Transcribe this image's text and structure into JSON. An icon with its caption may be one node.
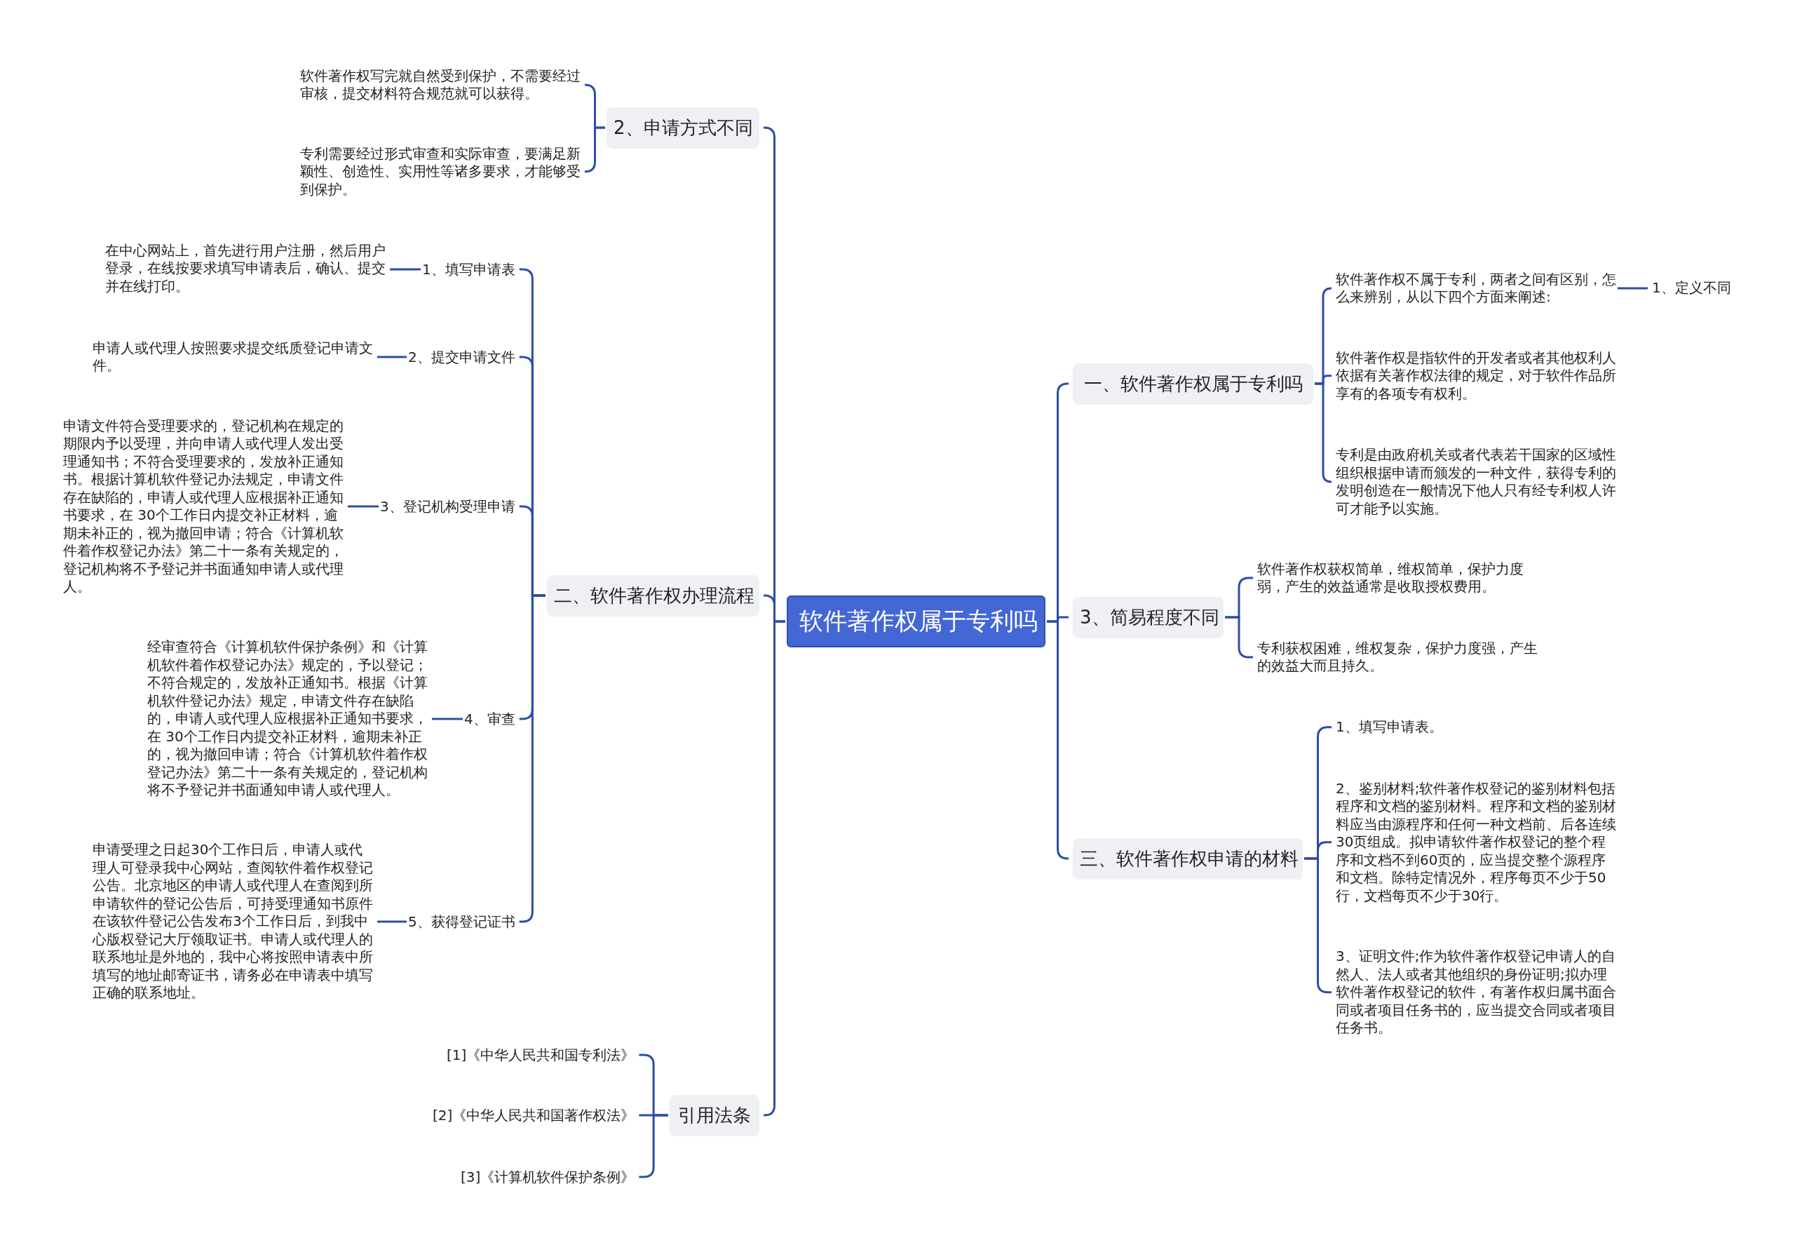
{
  "diagram": {
    "nodes": [
      {
        "text": [
          "软件著作权属于专利吗"
        ]
      },
      {
        "text": [
          "2、申请方式不同"
        ]
      },
      {
        "text": [
          "软件著作权写完就自然受到保护，不需要经过审核，提交材料符合规范就可以获得。"
        ]
      },
      {
        "text": [
          "专利需要经过形式审查和实际审查，要满足新颖性、创造性、实用性等诸多要求，才能够受到保护。"
        ]
      },
      {
        "text": [
          "二、软件著作权办理流程"
        ]
      },
      {
        "text": [
          "1、填写申请表"
        ]
      },
      {
        "text": [
          "在中心网站上，首先进行用户注册，然后用户登录，在线按要求填写申请表后，确认、提交并在线打印。"
        ]
      },
      {
        "text": [
          "2、提交申请文件"
        ]
      },
      {
        "text": [
          "申请人或代理人按照要求提交纸质登记申请文件。"
        ]
      },
      {
        "text": [
          "3、登记机构受理申请"
        ]
      },
      {
        "text": [
          "申请文件符合受理要求的，登记机构在规定的期限内予以受理，并向申请人或代理人发出受理通知书；不符合受理要求的，发放补正通知书。根据计算机软件登记办法规定，申请文件存在缺陷的，申请人或代理人应根据补正通知书要求，在 30个工作日内提交补正材料，逾期未补正的，视为撤回申请；符合《计算机软件着作权登记办法》第二十一条有关规定的，登记机构将不予登记并书面通知申请人或代理人。"
        ]
      },
      {
        "text": [
          "4、审查"
        ]
      },
      {
        "text": [
          "经审查符合《计算机软件保护条例》和《计算机软件着作权登记办法》规定的，予以登记；不符合规定的，发放补正通知书。根据《计算机软件登记办法》规定，申请文件存在缺陷的，申请人或代理人应根据补正通知书要求，在 30个工作日内提交补正材料，逾期未补正的，视为撤回申请；符合《计算机软件着作权登记办法》第二十一条有关规定的，登记机构将不予登记并书面通知申请人或代理人。"
        ]
      },
      {
        "text": [
          "5、获得登记证书"
        ]
      },
      {
        "text": [
          "申请受理之日起30个工作日后，申请人或代理人可登录我中心网站，查阅软件着作权登记公告。北京地区的申请人或代理人在查阅到所申请软件的登记公告后，可持受理通知书原件在该软件登记公告发布3个工作日后，到我中心版权登记大厅领取证书。申请人或代理人的联系地址是外地的，我中心将按照申请表中所填写的地址邮寄证书，请务必在申请表中填写正确的联系地址。"
        ]
      },
      {
        "text": [
          "引用法条"
        ]
      },
      {
        "text": [
          "[1]《中华人民共和国专利法》"
        ]
      },
      {
        "text": [
          "[2]《中华人民共和国著作权法》"
        ]
      },
      {
        "text": [
          "[3]《计算机软件保护条例》"
        ]
      },
      {
        "text": [
          "一、软件著作权属于专利吗"
        ]
      },
      {
        "text": [
          "软件著作权不属于专利，两者之间有区别，怎么来辨别，从以下四个方面来阐述:"
        ]
      },
      {
        "text": [
          "1、定义不同"
        ]
      },
      {
        "text": [
          "软件著作权是指软件的开发者或者其他权利人依据有关著作权法律的规定，对于软件作品所享有的各项专有权利。"
        ]
      },
      {
        "text": [
          "专利是由政府机关或者代表若干国家的区域性组织根据申请而颁发的一种文件，获得专利的发明创造在一般情况下他人只有经专利权人许可才能予以实施。"
        ]
      },
      {
        "text": [
          "3、简易程度不同"
        ]
      },
      {
        "text": [
          "软件著作权获权简单，维权简单，保护力度弱，产生的效益通常是收取授权费用。"
        ]
      },
      {
        "text": [
          "专利获权困难，维权复杂，保护力度强，产生的效益大而且持久。"
        ]
      },
      {
        "text": [
          "三、软件著作权申请的材料"
        ]
      },
      {
        "text": [
          "1、填写申请表。"
        ]
      },
      {
        "text": [
          "2、鉴别材料;软件著作权登记的鉴别材料包括程序和文档的鉴别材料。程序和文档的鉴别材料应当由源程序和任何一种文档前、后各连续30页组成。拟申请软件著作权登记的整个程序和文档不到60页的，应当提交整个源程序和文档。除特定情况外，程序每页不少于50行，文档每页不少于30行。"
        ]
      },
      {
        "text": [
          "3、证明文件;作为软件著作权登记申请人的自然人、法人或者其他组织的身份证明;拟办理软件著作权登记的软件，有著作权归属书面合同或者项目任务书的，应当提交合同或者项目任务书。"
        ]
      }
    ],
    "edges": [
      {
        "from": 0,
        "to": 1,
        "arrow": "none"
      },
      {
        "from": 1,
        "to": 2,
        "arrow": "none"
      },
      {
        "from": 1,
        "to": 3,
        "arrow": "none"
      },
      {
        "from": 0,
        "to": 4,
        "arrow": "none"
      },
      {
        "from": 4,
        "to": 5,
        "arrow": "none"
      },
      {
        "from": 5,
        "to": 6,
        "arrow": "none"
      },
      {
        "from": 4,
        "to": 7,
        "arrow": "none"
      },
      {
        "from": 7,
        "to": 8,
        "arrow": "none"
      },
      {
        "from": 4,
        "to": 9,
        "arrow": "none"
      },
      {
        "from": 9,
        "to": 10,
        "arrow": "none"
      },
      {
        "from": 4,
        "to": 11,
        "arrow": "none"
      },
      {
        "from": 11,
        "to": 12,
        "arrow": "none"
      },
      {
        "from": 4,
        "to": 13,
        "arrow": "none"
      },
      {
        "from": 13,
        "to": 14,
        "arrow": "none"
      },
      {
        "from": 0,
        "to": 15,
        "arrow": "none"
      },
      {
        "from": 15,
        "to": 16,
        "arrow": "none"
      },
      {
        "from": 15,
        "to": 17,
        "arrow": "none"
      },
      {
        "from": 15,
        "to": 18,
        "arrow": "none"
      },
      {
        "from": 0,
        "to": 19,
        "arrow": "none"
      },
      {
        "from": 19,
        "to": 20,
        "arrow": "none"
      },
      {
        "from": 20,
        "to": 21,
        "arrow": "none"
      },
      {
        "from": 19,
        "to": 22,
        "arrow": "none"
      },
      {
        "from": 19,
        "to": 23,
        "arrow": "none"
      },
      {
        "from": 0,
        "to": 24,
        "arrow": "none"
      },
      {
        "from": 24,
        "to": 25,
        "arrow": "none"
      },
      {
        "from": 24,
        "to": 26,
        "arrow": "none"
      },
      {
        "from": 0,
        "to": 27,
        "arrow": "none"
      },
      {
        "from": 27,
        "to": 28,
        "arrow": "none"
      },
      {
        "from": 27,
        "to": 29,
        "arrow": "none"
      },
      {
        "from": 27,
        "to": 30,
        "arrow": "none"
      }
    ]
  }
}
